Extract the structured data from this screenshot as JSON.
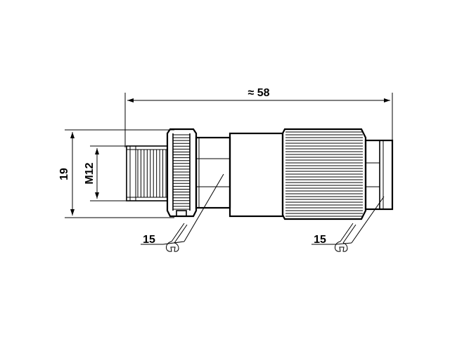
{
  "dimensions": {
    "overall_length": "≈ 58",
    "height": "19",
    "thread": "M12",
    "left_wrench": "15",
    "right_wrench": "15"
  },
  "colors": {
    "line": "#000000",
    "background": "#ffffff"
  }
}
